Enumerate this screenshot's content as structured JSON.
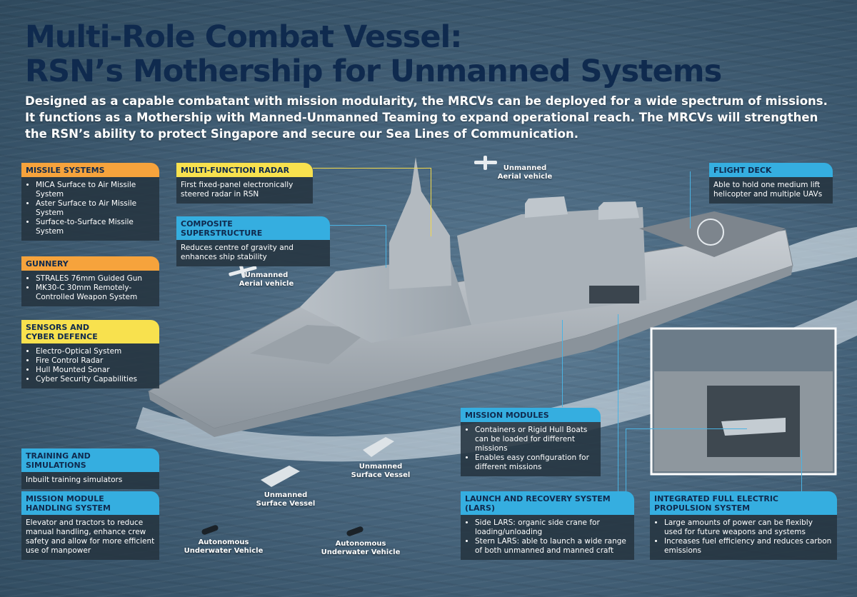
{
  "title_line1": "Multi-Role Combat Vessel:",
  "title_line2": "RSN’s Mothership for Unmanned Systems",
  "intro": "Designed as a capable combatant with mission modularity, the MRCVs can be deployed for a wide spectrum of missions. It functions as a Mothership with Manned-Unmanned Teaming to expand operational reach. The MRCVs will strengthen the RSN’s ability to protect Singapore and secure our Sea Lines of Communication.",
  "missile": {
    "heading": "MISSILE SYSTEMS",
    "items": [
      "MICA Surface to Air Missile System",
      "Aster Surface to Air Missile System",
      "Surface-to-Surface Missile System"
    ]
  },
  "gunnery": {
    "heading": "GUNNERY",
    "items": [
      "STRALES 76mm Guided Gun",
      "MK30-C 30mm Remotely-Controlled Weapon System"
    ]
  },
  "sensors": {
    "heading_line1": "SENSORS AND",
    "heading_line2": "CYBER DEFENCE",
    "items": [
      "Electro-Optical System",
      "Fire Control Radar",
      "Hull Mounted Sonar",
      "Cyber Security Capabilities"
    ]
  },
  "training": {
    "heading": "TRAINING AND SIMULATIONS",
    "text": "Inbuilt training simulators"
  },
  "handling": {
    "heading_line1": "MISSION MODULE",
    "heading_line2": "HANDLING SYSTEM",
    "text": "Elevator and tractors to reduce manual handling, enhance crew safety and allow for more efficient use of manpower"
  },
  "radar": {
    "heading": "MULTI-FUNCTION RADAR",
    "text": "First fixed-panel electronically steered radar in RSN"
  },
  "superstructure": {
    "heading": "COMPOSITE SUPERSTRUCTURE",
    "text": "Reduces centre of gravity and enhances ship stability"
  },
  "flight": {
    "heading": "FLIGHT DECK",
    "text": "Able to hold one medium lift helicopter and multiple UAVs"
  },
  "modules": {
    "heading": "MISSION MODULES",
    "items": [
      "Containers or Rigid Hull Boats can be loaded for different missions",
      "Enables easy configuration for different missions"
    ]
  },
  "lars": {
    "heading_line1": "LAUNCH AND RECOVERY SYSTEM",
    "heading_line2": "(LARS)",
    "items": [
      "Side LARS: organic side crane for loading/unloading",
      "Stern LARS: able to launch a wide range of both unmanned and manned craft"
    ]
  },
  "propulsion": {
    "heading_line1": "INTEGRATED FULL ELECTRIC",
    "heading_line2": "PROPULSION SYSTEM",
    "items": [
      "Large amounts of power can be flexibly used for future weapons and systems",
      "Increases fuel efficiency and reduces carbon emissions"
    ]
  },
  "labels": {
    "uav1_l1": "Unmanned",
    "uav1_l2": "Aerial vehicle",
    "uav2_l1": "Unmanned",
    "uav2_l2": "Aerial vehicle",
    "usv1_l1": "Unmanned",
    "usv1_l2": "Surface Vessel",
    "usv2_l1": "Unmanned",
    "usv2_l2": "Surface Vessel",
    "auv1_l1": "Autonomous",
    "auv1_l2": "Underwater Vehicle",
    "auv2_l1": "Autonomous",
    "auv2_l2": "Underwater Vehicle"
  },
  "colors": {
    "title": "#0f2a4e",
    "orange": "#f6a33c",
    "yellow": "#f8e14e",
    "blue": "#35aee0",
    "panel": "#263440"
  }
}
